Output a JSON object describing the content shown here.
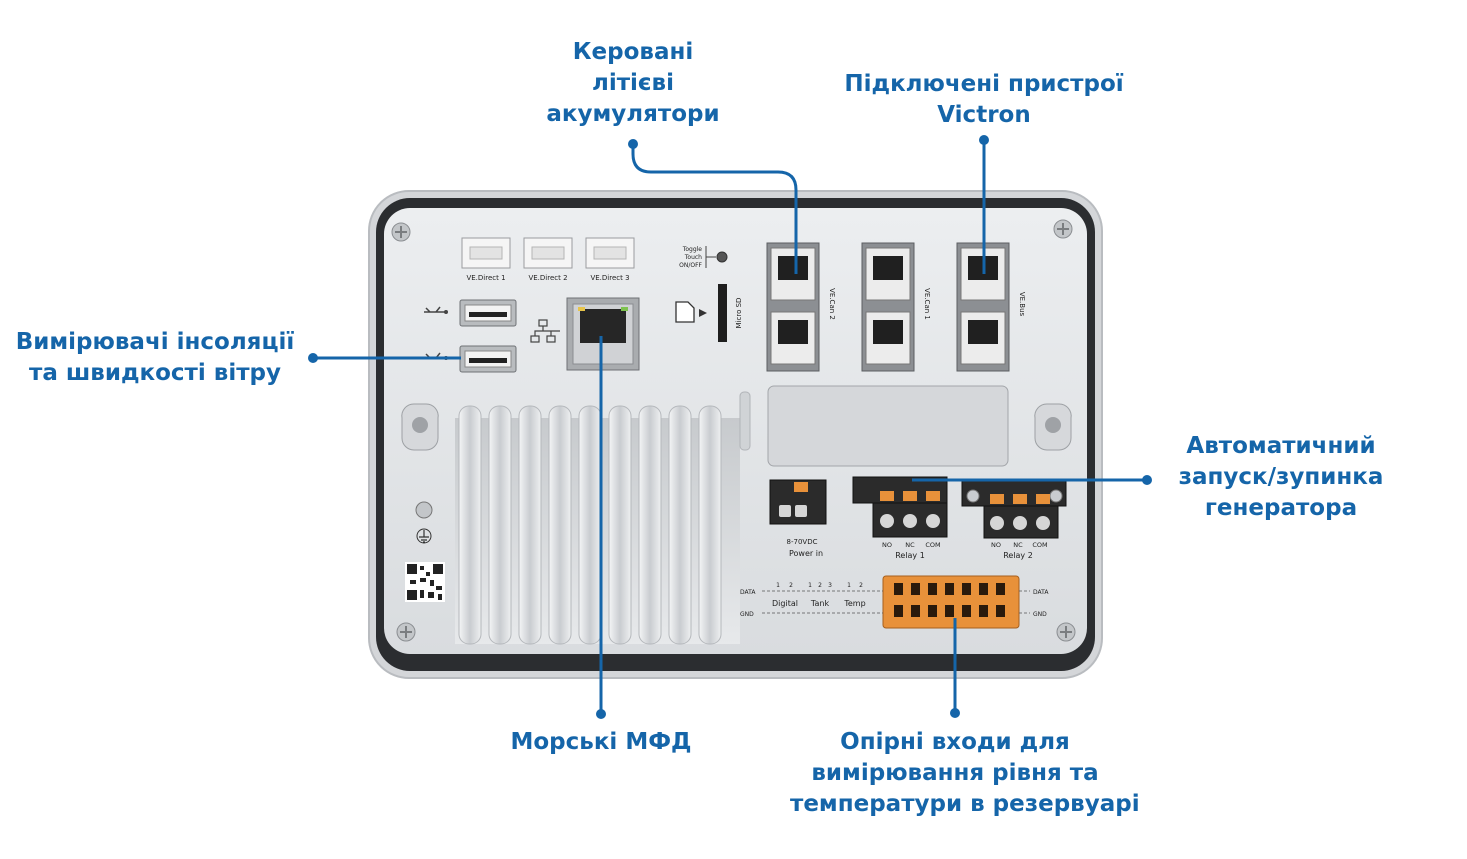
{
  "callouts": {
    "lithium": {
      "lines": [
        "Керовані",
        "літієві",
        "акумулятори"
      ]
    },
    "victron": {
      "lines": [
        "Підключені пристрої",
        "Victron"
      ]
    },
    "sensors": {
      "lines": [
        "Вимірювачі інсоляції",
        "та швидкості вітру"
      ]
    },
    "generator": {
      "lines": [
        "Автоматичний",
        "запуск/зупинка",
        "генератора"
      ]
    },
    "mfd": {
      "lines": [
        "Морські МФД"
      ]
    },
    "tanks": {
      "lines": [
        "Опірні входи для",
        "вимірювання рівня та",
        "температури в резервуарі"
      ]
    }
  },
  "device": {
    "ve_direct": [
      "VE.Direct 1",
      "VE.Direct 2",
      "VE.Direct 3"
    ],
    "toggle_lines": [
      "Toggle",
      "Touch",
      "ON/OFF"
    ],
    "micro_sd": "Micro SD",
    "vecan2": "VE.Can 2",
    "vecan1": "VE.Can 1",
    "vebus": "VE.Bus",
    "power_voltage": "8-70VDC",
    "power_label": "Power in",
    "relay1": {
      "pins": [
        "NO",
        "NC",
        "COM"
      ],
      "label": "Relay 1"
    },
    "relay2": {
      "pins": [
        "NO",
        "NC",
        "COM"
      ],
      "label": "Relay 2"
    },
    "io": {
      "data": "DATA",
      "gnd": "GND",
      "digital": "Digital",
      "tank": "Tank",
      "temp": "Temp",
      "digital_nums": [
        "1",
        "2"
      ],
      "tank_nums": [
        "1",
        "2",
        "3"
      ],
      "temp_nums": [
        "1",
        "2"
      ]
    }
  },
  "colors": {
    "accent": "#1565a9",
    "connector_orange": "#e8913a",
    "housing": "#cfd2d5",
    "panel": "#e4e6e8"
  }
}
